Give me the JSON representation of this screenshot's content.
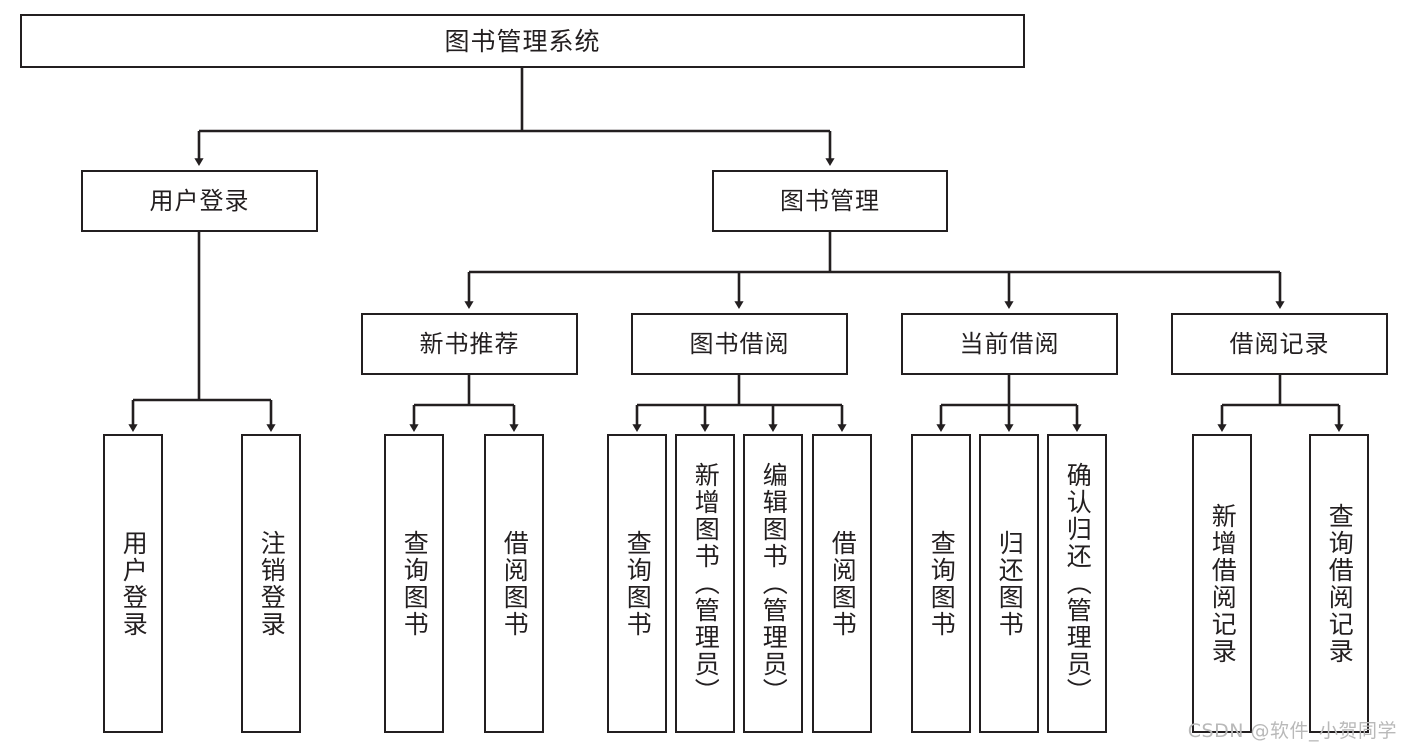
{
  "diagram": {
    "title": "图书管理系统",
    "type": "tree-hierarchy-chart",
    "root": {
      "label": "图书管理系统"
    },
    "level2": [
      {
        "label": "用户登录"
      },
      {
        "label": "图书管理"
      }
    ],
    "level3": [
      {
        "label": "新书推荐"
      },
      {
        "label": "图书借阅"
      },
      {
        "label": "当前借阅"
      },
      {
        "label": "借阅记录"
      }
    ],
    "leaves": {
      "user_login": [
        {
          "label": "用户登录"
        },
        {
          "label": "注销登录"
        }
      ],
      "new_book": [
        {
          "label": "查询图书"
        },
        {
          "label": "借阅图书"
        }
      ],
      "book_borrow": [
        {
          "label": "查询图书"
        },
        {
          "label": "新增图书（管理员）"
        },
        {
          "label": "编辑图书（管理员）"
        },
        {
          "label": "借阅图书"
        }
      ],
      "current_borrow": [
        {
          "label": "查询图书"
        },
        {
          "label": "归还图书"
        },
        {
          "label": "确认归还（管理员）"
        }
      ],
      "borrow_record": [
        {
          "label": "新增借阅记录"
        },
        {
          "label": "查询借阅记录"
        }
      ]
    }
  },
  "watermark": {
    "text": "CSDN @软件_小贺同学"
  },
  "colors": {
    "stroke": "#231f20",
    "background": "#ffffff",
    "watermark": "#b9b9b9"
  }
}
